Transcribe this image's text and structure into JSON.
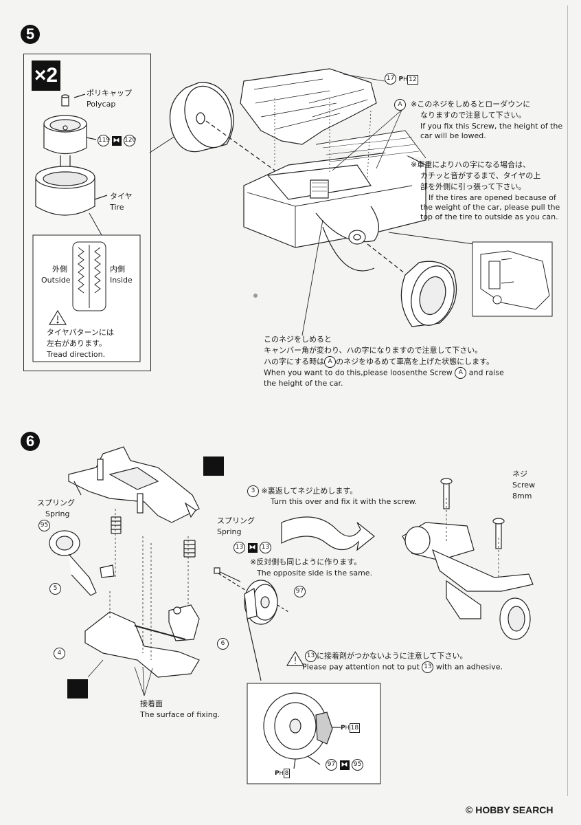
{
  "step5": {
    "number": "5",
    "multiplier": "×2",
    "polycap_ja": "ポリキャップ",
    "polycap_en": "Polycap",
    "parts_wheel": [
      "119",
      "120"
    ],
    "tire_ja": "タイヤ",
    "tire_en": "Tire",
    "outside_ja": "外側",
    "outside_en": "Outside",
    "inside_ja": "内側",
    "inside_en": "Inside",
    "tread_ja_1": "タイヤパターンには",
    "tread_ja_2": "左右があります。",
    "tread_en": "Tread direction.",
    "part_17": "17",
    "ph_17": "12",
    "label_a": "A",
    "note1_ja_1": "※このネジをしめるとローダウンに",
    "note1_ja_2": "なりますので注意して下さい。",
    "note1_en_1": "If you fix this Screw, the height of the",
    "note1_en_2": "car will be lowed.",
    "note2_ja_1": "※車重によりハの字になる場合は、",
    "note2_ja_2": "カチッと音がするまで、タイヤの上",
    "note2_ja_3": "部を外側に引っ張って下さい。",
    "note2_en_1": "If the tires are opened because of",
    "note2_en_2": "the weight of the car, please pull the",
    "note2_en_3": "top of the tire to outside as you can.",
    "bottom_ja_1": "このネジをしめると",
    "bottom_ja_2": "キャンバー角が変わり、ハの字になりますので注意して下さい。",
    "bottom_ja_3a": "ハの字にする時は",
    "bottom_ja_3b": "のネジをゆるめて車高を上げた状態にします。",
    "bottom_en_1a": "When you want to do this,please loosenthe Screw",
    "bottom_en_1b": "and raise",
    "bottom_en_2": "the height of the car."
  },
  "step6": {
    "number": "6",
    "part_3": "3",
    "reverse_ja": "※裏返してネジ止めします。",
    "reverse_en": "Turn this over and fix it with the screw.",
    "screw_ja": "ネジ",
    "screw_en": "Screw",
    "screw_size": "8mm",
    "spring_ja": "スプリング",
    "spring_en": "Spring",
    "part_95": "95",
    "part_5": "5",
    "part_4": "4",
    "part_6": "6",
    "part_13": "13",
    "part_97": "97",
    "opposite_ja": "※反対側も同じように作ります。",
    "opposite_en": "The opposite side is the same.",
    "warn_part": "13",
    "warn_ja": "に接着剤がつかないように注意して下さい。",
    "warn_en_a": "Please pay attention not to put",
    "warn_en_b": "with an adhesive.",
    "surface_ja": "接着面",
    "surface_en": "The surface of fixing.",
    "ph_18": "18",
    "ph_8": "8",
    "detail_parts": [
      "97",
      "95"
    ]
  },
  "footer": {
    "brand": "HOBBY SEARCH",
    "copyright": "©"
  }
}
